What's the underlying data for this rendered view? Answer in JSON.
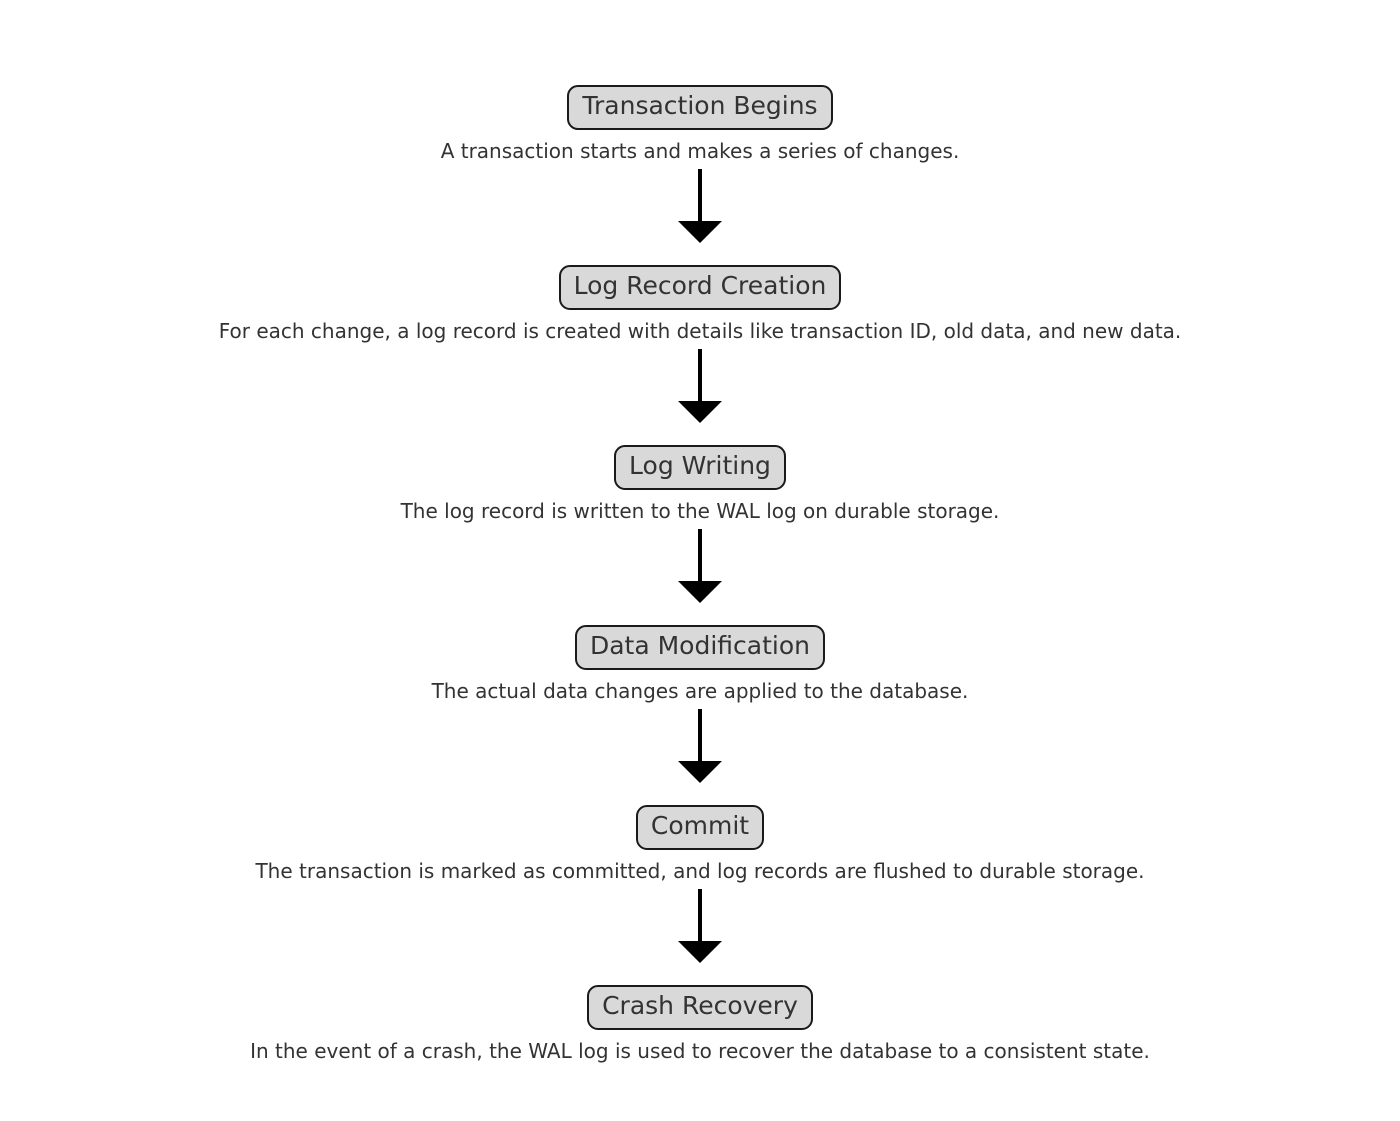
{
  "diagram": {
    "type": "flowchart",
    "direction": "top-down",
    "stages": [
      {
        "title": "Transaction Begins",
        "description": "A transaction starts and makes a series of changes."
      },
      {
        "title": "Log Record Creation",
        "description": "For each change, a log record is created with details like transaction ID, old data, and new data."
      },
      {
        "title": "Log Writing",
        "description": "The log record is written to the WAL log on durable storage."
      },
      {
        "title": "Data Modification",
        "description": "The actual data changes are applied to the database."
      },
      {
        "title": "Commit",
        "description": "The transaction is marked as committed, and log records are flushed to durable storage."
      },
      {
        "title": "Crash Recovery",
        "description": "In the event of a crash, the WAL log is used to recover the database to a consistent state."
      }
    ],
    "connectors": "solid-down-arrows",
    "colors": {
      "background": "#ffffff",
      "box_fill": "#d9d9d9",
      "box_border": "#1a1a1a",
      "text": "#333333",
      "arrow": "#000000"
    }
  }
}
